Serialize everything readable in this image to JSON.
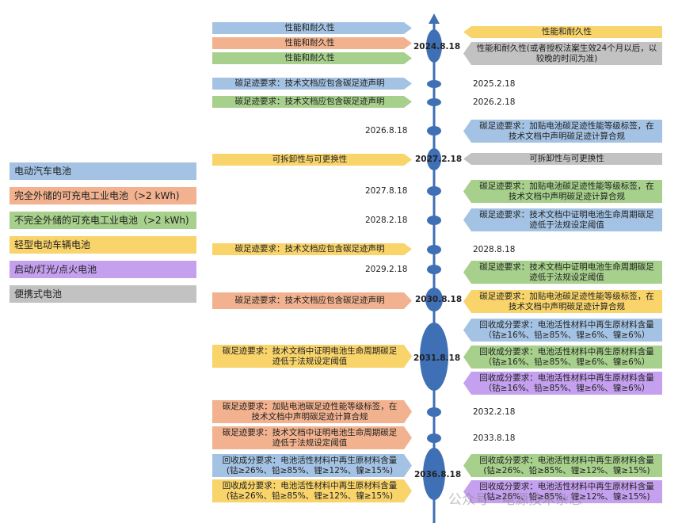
{
  "legend": [
    {
      "label": "电动汽车电池",
      "color": "#a4c3e4"
    },
    {
      "label": "完全外储的可充电工业电池（>2 kWh)",
      "color": "#f2b28f"
    },
    {
      "label": "不完全外储的可充电工业电池（>2 kWh)",
      "color": "#a6d08b"
    },
    {
      "label": "轻型电动车辆电池",
      "color": "#f8d46b"
    },
    {
      "label": "启动/灯光/点火电池",
      "color": "#c4a0ee"
    },
    {
      "label": "便携式电池",
      "color": "#c2c2c2"
    }
  ],
  "dates": {
    "d1": "2024.8.18",
    "d2": "2025.2.18",
    "d3": "2026.2.18",
    "d4": "2026.8.18",
    "d5": "2027.2.18",
    "d6": "2027.8.18",
    "d7": "2028.2.18",
    "d8": "2028.8.18",
    "d9": "2029.2.18",
    "d10": "2030.8.18",
    "d11": "2031.8.18",
    "d12": "2032.2.18",
    "d13": "2033.8.18",
    "d14": "2036.8.18"
  },
  "left": {
    "b1": "性能和耐久性",
    "b2": "性能和耐久性",
    "b3": "性能和耐久性",
    "b4": "碳足迹要求：技术文档应包含碳足迹声明",
    "b5": "碳足迹要求：技术文档应包含碳足迹声明",
    "b6": "可拆卸性与可更换性",
    "b7": "碳足迹要求：技术文档应包含碳足迹声明",
    "b8": "碳足迹要求：技术文档应包含碳足迹声明",
    "b9": "碳足迹要求：技术文档中证明电池生命周期碳足迹低于法规设定阈值",
    "b10": "碳足迹要求：加贴电池碳足迹性能等级标签，在技术文档中声明碳足迹计算合规",
    "b11": "碳足迹要求：技术文档中证明电池生命周期碳足迹低于法规设定阈值",
    "b12": "回收成分要求：电池活性材料中再生原材料含量(钴≥26%、铅≥85%、锂≥12%、镍≥15%)",
    "b13": "回收成分要求：电池活性材料中再生原材料含量(钴≥26%、铅≥85%、锂≥12%、镍≥15%)"
  },
  "right": {
    "b1": "性能和耐久性",
    "b2": "性能和耐久性(或者授权法案生效24个月以后，以较晚的时间为准)",
    "b3": "碳足迹要求：加贴电池碳足迹性能等级标签，在技术文档中声明碳足迹计算合规",
    "b4": "可拆卸性与可更换性",
    "b5": "碳足迹要求：加贴电池碳足迹性能等级标签，在技术文档中声明碳足迹计算合规",
    "b6": "碳足迹要求：技术文档中证明电池生命周期碳足迹低于法规设定阈值",
    "b7": "碳足迹要求：技术文档中证明电池生命周期碳足迹低于法规设定阈值",
    "b8": "碳足迹要求：加贴电池碳足迹性能等级标签，在技术文档中声明碳足迹计算合规",
    "b9": "回收成分要求：电池活性材料中再生原材料含量（钴≥16%、铅≥85%、锂≥6%、镍≥6%）",
    "b10": "回收成分要求：电池活性材料中再生原材料含量（钴≥16%、铅≥85%、锂≥6%、镍≥6%）",
    "b11": "回收成分要求：电池活性材料中再生原材料含量（钴≥16%、铅≥85%、锂≥6%、镍≥6%）",
    "b12": "回收成分要求：电池活性材料中再生原材料含量(钴≥26%、铅≥85%、锂≥12%、镍≥15%)",
    "b13": "回收成分要求：电池活性材料中再生原材料含量(钴≥26%、铅≥85%、锂≥12%、镍≥15%)"
  },
  "watermark": "公众号 · 电源技术杂志"
}
